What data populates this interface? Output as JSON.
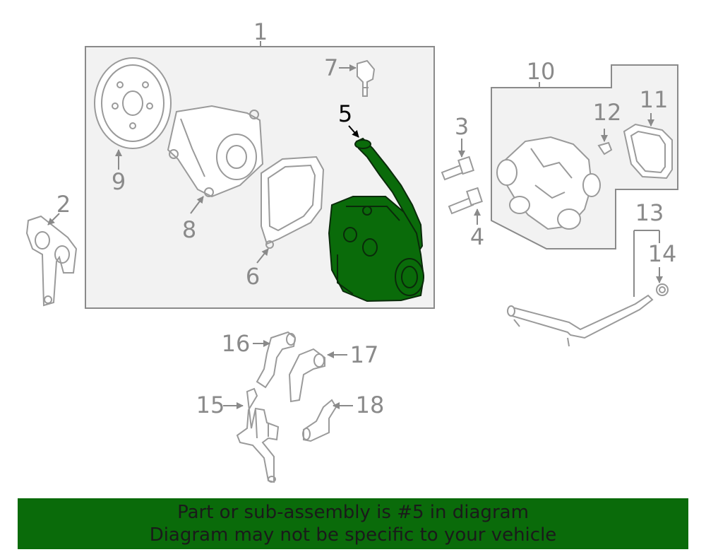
{
  "highlight_color": "#0a6b0a",
  "highlighted_part": "5",
  "callouts": {
    "c1": "1",
    "c2": "2",
    "c3": "3",
    "c4": "4",
    "c5": "5",
    "c6": "6",
    "c7": "7",
    "c8": "8",
    "c9": "9",
    "c10": "10",
    "c11": "11",
    "c12": "12",
    "c13": "13",
    "c14": "14",
    "c15": "15",
    "c16": "16",
    "c17": "17",
    "c18": "18"
  },
  "banner": {
    "line1": "Part or sub-assembly is #5 in diagram",
    "line2": "Diagram may not be specific to your vehicle"
  }
}
